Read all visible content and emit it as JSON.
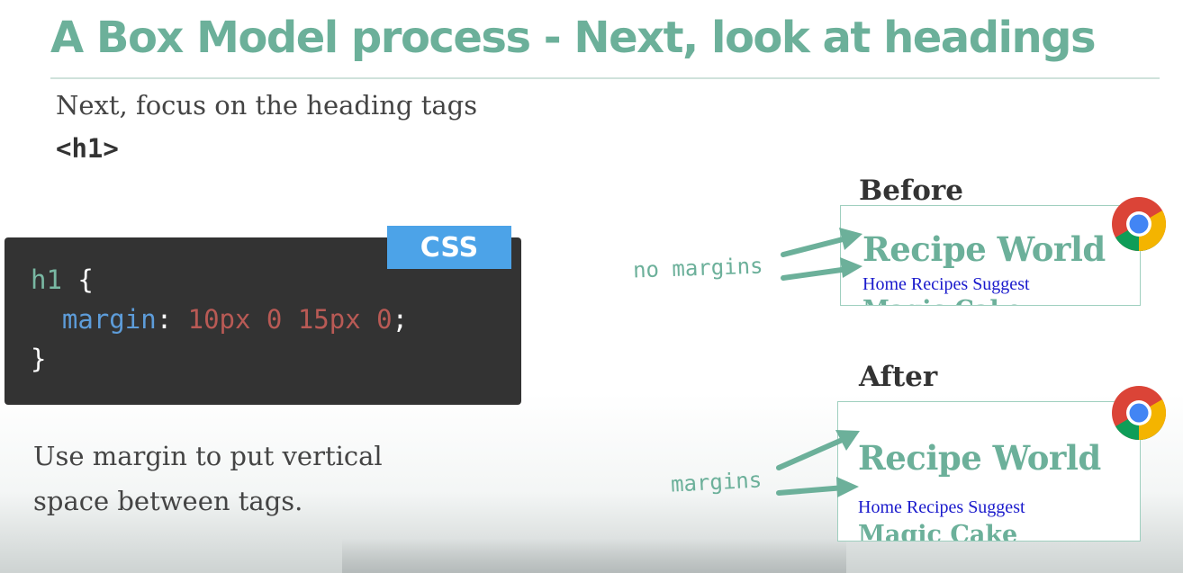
{
  "slide": {
    "title": "A Box Model process - Next, look at headings",
    "intro_text": "Next, focus on the heading tags",
    "tag_text": "<h1>",
    "explanation": "Use margin to put vertical space between tags."
  },
  "code": {
    "badge": "CSS",
    "selector": "h1",
    "open_brace": "{",
    "property": "margin",
    "colon": ":",
    "value": "10px 0 15px 0",
    "semicolon": ";",
    "close_brace": "}"
  },
  "before": {
    "label": "Before",
    "page_title": "Recipe World",
    "nav": "Home Recipes Suggest",
    "next_heading": "Magic Cake",
    "annotation": "no margins",
    "icon": "chrome-icon"
  },
  "after": {
    "label": "After",
    "page_title": "Recipe World",
    "nav": "Home Recipes Suggest",
    "next_heading": "Magic Cake",
    "annotation": "margins",
    "icon": "chrome-icon"
  },
  "colors": {
    "accent": "#6cb09a",
    "code_bg": "#333333",
    "badge": "#4ca3e8",
    "link": "#1a1acc"
  }
}
